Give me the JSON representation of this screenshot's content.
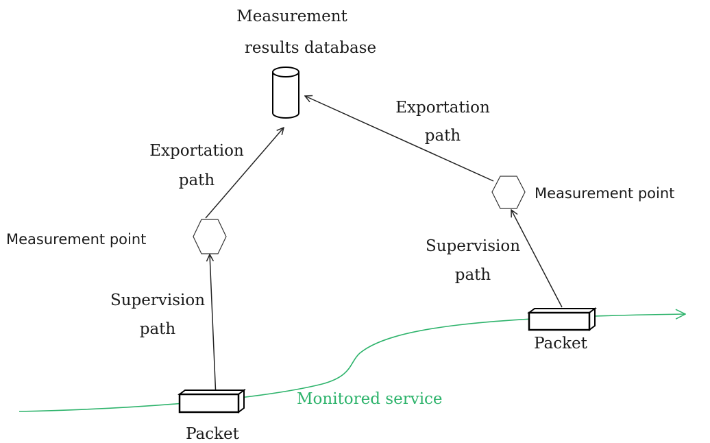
{
  "database": {
    "title_line1": "Measurement",
    "title_line2": "results database"
  },
  "left_branch": {
    "export_line1": "Exportation",
    "export_line2": "path",
    "measurement_point": "Measurement point",
    "supervision_line1": "Supervision",
    "supervision_line2": "path",
    "packet": "Packet"
  },
  "right_branch": {
    "export_line1": "Exportation",
    "export_line2": "path",
    "measurement_point": "Measurement point",
    "supervision_line1": "Supervision",
    "supervision_line2": "path",
    "packet": "Packet"
  },
  "service": {
    "label": "Monitored service",
    "color": "#2db36b"
  }
}
